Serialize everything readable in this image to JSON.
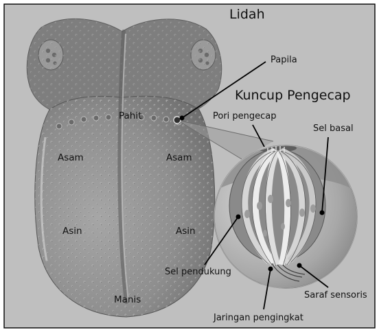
{
  "diagram": {
    "title": "Lidah",
    "subtitle": "Kuncup Pengecap",
    "tongue_regions": {
      "bitter": "Pahit",
      "sour_left": "Asam",
      "sour_right": "Asam",
      "salty_left": "Asin",
      "salty_right": "Asin",
      "sweet": "Manis"
    },
    "callouts": {
      "papilla": "Papila",
      "taste_pore": "Pori pengecap",
      "basal_cell": "Sel basal",
      "supporting_cell": "Sel pendukung",
      "sensory_nerve": "Saraf sensoris",
      "connective_tissue": "Jaringan pengingkat"
    }
  },
  "colors": {
    "background": "#bfbfbf",
    "tongue": "#8a8a8a",
    "taste_bud": "#a9a9a9",
    "frame": "#000000"
  }
}
